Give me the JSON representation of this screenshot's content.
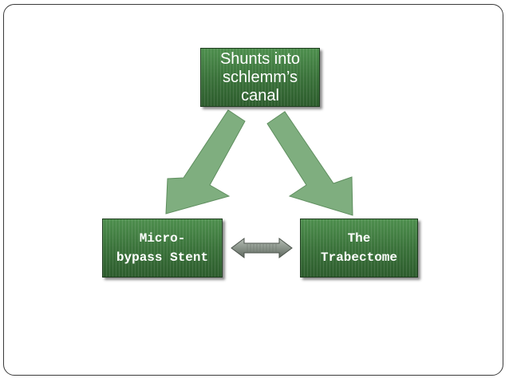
{
  "diagram": {
    "nodes": [
      {
        "id": "top",
        "label": "Shunts into\nschlemm’s\ncanal"
      },
      {
        "id": "left",
        "label": "Micro-\nbypass Stent"
      },
      {
        "id": "right",
        "label": "The\nTrabectome"
      }
    ],
    "edges": [
      {
        "from": "top",
        "to": "left",
        "type": "arrow"
      },
      {
        "from": "top",
        "to": "right",
        "type": "arrow"
      },
      {
        "from": "left",
        "to": "right",
        "type": "double-arrow"
      }
    ],
    "colors": {
      "node_fill": "#3f7a3f",
      "arrow_fill": "#7fae7f",
      "double_arrow_fill": "#8a948a",
      "frame_border": "#3a3a3a"
    }
  }
}
